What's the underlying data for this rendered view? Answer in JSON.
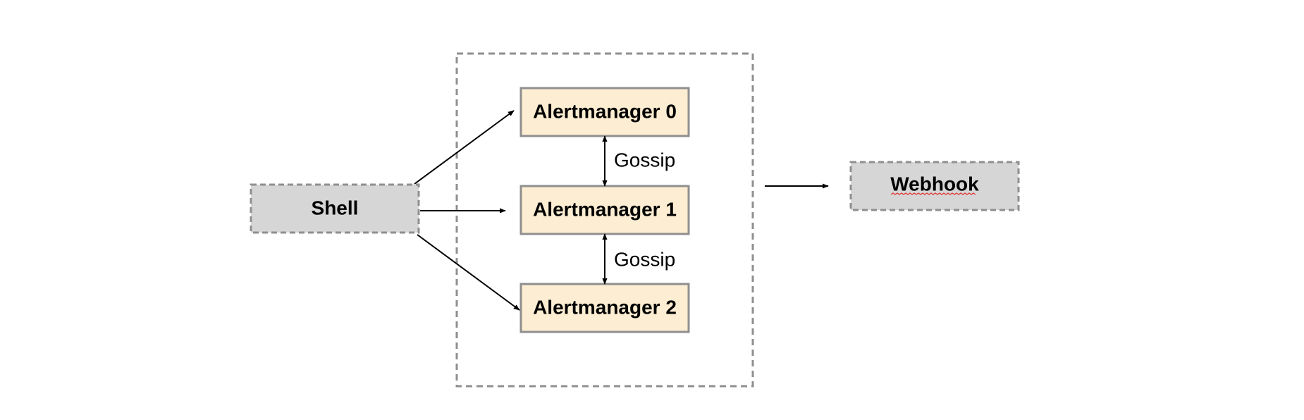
{
  "colors": {
    "external_fill": "#d6d6d6",
    "external_border": "#8f8f8f",
    "manager_fill": "#fdedd2",
    "manager_border": "#8f8f8f",
    "cluster_border": "#8f8f8f",
    "edge": "#000000",
    "spellcheck": "#e0302f"
  },
  "nodes": {
    "shell": {
      "label": "Shell"
    },
    "alertmanager_0": {
      "label": "Alertmanager 0"
    },
    "alertmanager_1": {
      "label": "Alertmanager 1"
    },
    "alertmanager_2": {
      "label": "Alertmanager 2"
    },
    "webhook": {
      "label": "Webhook"
    }
  },
  "edges": {
    "gossip_0_1": {
      "label": "Gossip"
    },
    "gossip_1_2": {
      "label": "Gossip"
    }
  }
}
